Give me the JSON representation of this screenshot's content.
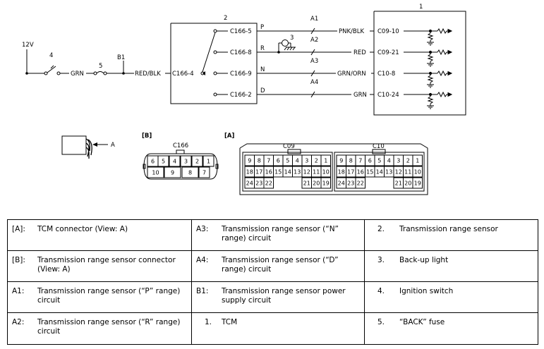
{
  "diagram": {
    "supply_label": "12V",
    "switch_label": "4",
    "wire_grn": "GRN",
    "fuse_label": "5",
    "b1_label": "B1",
    "wire_red_blk": "RED/BLK",
    "sensor_label": "2",
    "sensor_input_pin": "C166-4",
    "sensor_pins": [
      "C166-5",
      "C166-8",
      "C166-9",
      "C166-2"
    ],
    "range_letters": [
      "P",
      "R",
      "N",
      "D"
    ],
    "circuit_labels": [
      "A1",
      "A2",
      "A3",
      "A4"
    ],
    "backup_light_label": "3",
    "wire_colors": [
      "PNK/BLK",
      "RED",
      "GRN/ORN",
      "GRN"
    ],
    "tcm_label": "1",
    "tcm_pins": [
      "C09-10",
      "C09-21",
      "C10-8",
      "C10-24"
    ],
    "connector_arrow_label": "A",
    "b_view_label": "[B]",
    "b_connector_name": "C166",
    "b_top_pins": [
      "6",
      "5",
      "4",
      "3",
      "2",
      "1"
    ],
    "b_bottom_pins": [
      "10",
      "9",
      "8",
      "7"
    ],
    "a_view_label": "[A]",
    "c09_name": "C09",
    "c10_name": "C10",
    "c09_row1": [
      "9",
      "8",
      "7",
      "6",
      "5",
      "4",
      "3",
      "2",
      "1"
    ],
    "c09_row2": [
      "18",
      "17",
      "16",
      "15",
      "14",
      "13",
      "12",
      "11",
      "10"
    ],
    "c09_row3_left": [
      "24",
      "23",
      "22"
    ],
    "c09_row3_right": [
      "21",
      "20",
      "19"
    ],
    "c10_row1": [
      "9",
      "8",
      "7",
      "6",
      "5",
      "4",
      "3",
      "2",
      "1"
    ],
    "c10_row2": [
      "18",
      "17",
      "16",
      "15",
      "14",
      "13",
      "12",
      "11",
      "10"
    ],
    "c10_row3_left": [
      "24",
      "23",
      "22"
    ],
    "c10_row3_right": [
      "21",
      "20",
      "19"
    ]
  },
  "legend": {
    "rows": [
      [
        {
          "key": "[A]:",
          "value": "TCM connector (View: A)"
        },
        {
          "key": "A3:",
          "value": "Transmission range sensor (“N” range) circuit"
        },
        {
          "key": "2.",
          "value": "Transmission range sensor"
        }
      ],
      [
        {
          "key": "[B]:",
          "value": "Transmission range sensor connector (View: A)"
        },
        {
          "key": "A4:",
          "value": "Transmission range sensor (“D” range) circuit"
        },
        {
          "key": "3.",
          "value": "Back-up light"
        }
      ],
      [
        {
          "key": "A1:",
          "value": "Transmission range sensor (“P” range) circuit"
        },
        {
          "key": "B1:",
          "value": "Transmission range sensor power supply circuit"
        },
        {
          "key": "4.",
          "value": "Ignition switch"
        }
      ],
      [
        {
          "key": "A2:",
          "value": "Transmission range sensor (“R” range) circuit"
        },
        {
          "key": "1.",
          "value": "TCM"
        },
        {
          "key": "5.",
          "value": "“BACK” fuse"
        }
      ]
    ]
  }
}
